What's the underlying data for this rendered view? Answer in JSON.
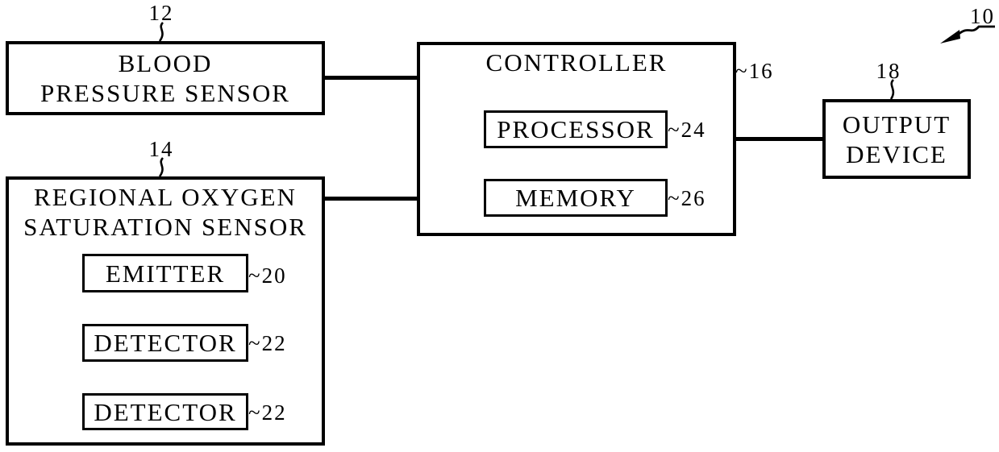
{
  "figure": {
    "system_ref": "10",
    "blocks": {
      "blood_pressure_sensor": {
        "line1": "BLOOD",
        "line2": "PRESSURE SENSOR",
        "ref": "12"
      },
      "regional_oxygen_saturation_sensor": {
        "line1": "REGIONAL OXYGEN",
        "line2": "SATURATION SENSOR",
        "ref": "14",
        "children": [
          {
            "label": "EMITTER",
            "ref": "~20"
          },
          {
            "label": "DETECTOR",
            "ref": "~22"
          },
          {
            "label": "DETECTOR",
            "ref": "~22"
          }
        ]
      },
      "controller": {
        "label": "CONTROLLER",
        "ref": "~16",
        "children": [
          {
            "label": "PROCESSOR",
            "ref": "~24"
          },
          {
            "label": "MEMORY",
            "ref": "~26"
          }
        ]
      },
      "output_device": {
        "line1": "OUTPUT",
        "line2": "DEVICE",
        "ref": "18"
      }
    },
    "colors": {
      "ink": "#000000",
      "background": "#ffffff"
    }
  }
}
